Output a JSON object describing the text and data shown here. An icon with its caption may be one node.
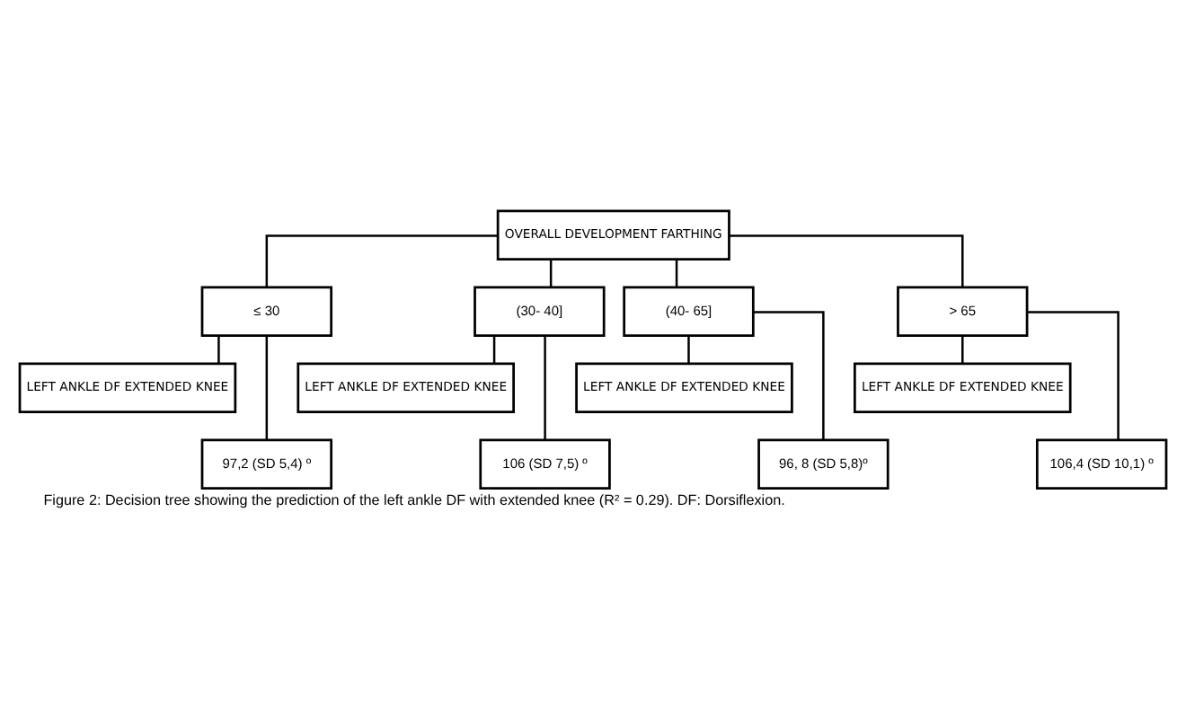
{
  "diagram": {
    "caption": "Figure 2: Decision tree showing the prediction of the left ankle DF with extended knee (R² = 0.29). DF: Dorsiflexion.",
    "nodes": [
      {
        "text": [
          "OVERALL DEVELOPMENT FARTHING"
        ]
      },
      {
        "text": [
          "≤ 30"
        ]
      },
      {
        "text": [
          "(30- 40]"
        ]
      },
      {
        "text": [
          "(40- 65]"
        ]
      },
      {
        "text": [
          "> 65"
        ]
      },
      {
        "text": [
          "LEFT ANKLE DF EXTENDED KNEE"
        ]
      },
      {
        "text": [
          "LEFT ANKLE DF EXTENDED KNEE"
        ]
      },
      {
        "text": [
          "LEFT ANKLE DF EXTENDED KNEE"
        ]
      },
      {
        "text": [
          "LEFT ANKLE DF EXTENDED KNEE"
        ]
      },
      {
        "text": [
          "97,2 (SD 5,4) º"
        ]
      },
      {
        "text": [
          "106 (SD 7,5) º"
        ]
      },
      {
        "text": [
          "96, 8 (SD 5,8)º"
        ]
      },
      {
        "text": [
          "106,4 (SD 10,1) º"
        ]
      }
    ],
    "edges": [
      {
        "from": 0,
        "to": 1,
        "arrow": "none"
      },
      {
        "from": 0,
        "to": 2,
        "arrow": "none"
      },
      {
        "from": 0,
        "to": 3,
        "arrow": "none"
      },
      {
        "from": 0,
        "to": 4,
        "arrow": "none"
      },
      {
        "from": 1,
        "to": 5,
        "arrow": "none"
      },
      {
        "from": 1,
        "to": 9,
        "arrow": "none"
      },
      {
        "from": 2,
        "to": 6,
        "arrow": "none"
      },
      {
        "from": 2,
        "to": 10,
        "arrow": "none"
      },
      {
        "from": 3,
        "to": 7,
        "arrow": "none"
      },
      {
        "from": 3,
        "to": 11,
        "arrow": "none"
      },
      {
        "from": 4,
        "to": 8,
        "arrow": "none"
      },
      {
        "from": 4,
        "to": 12,
        "arrow": "none"
      }
    ]
  }
}
